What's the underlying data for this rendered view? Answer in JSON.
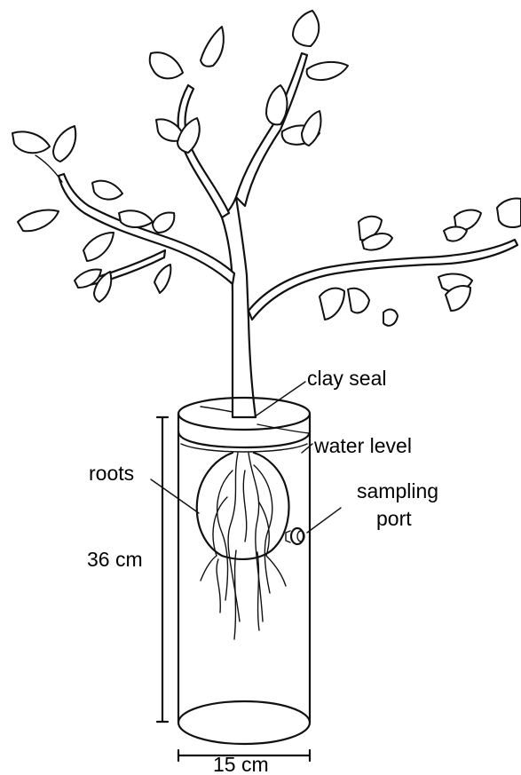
{
  "labels": {
    "clay_seal": "clay seal",
    "water_level": "water level",
    "roots": "roots",
    "sampling": "sampling",
    "port": "port",
    "height": "36 cm",
    "width": "15 cm"
  }
}
